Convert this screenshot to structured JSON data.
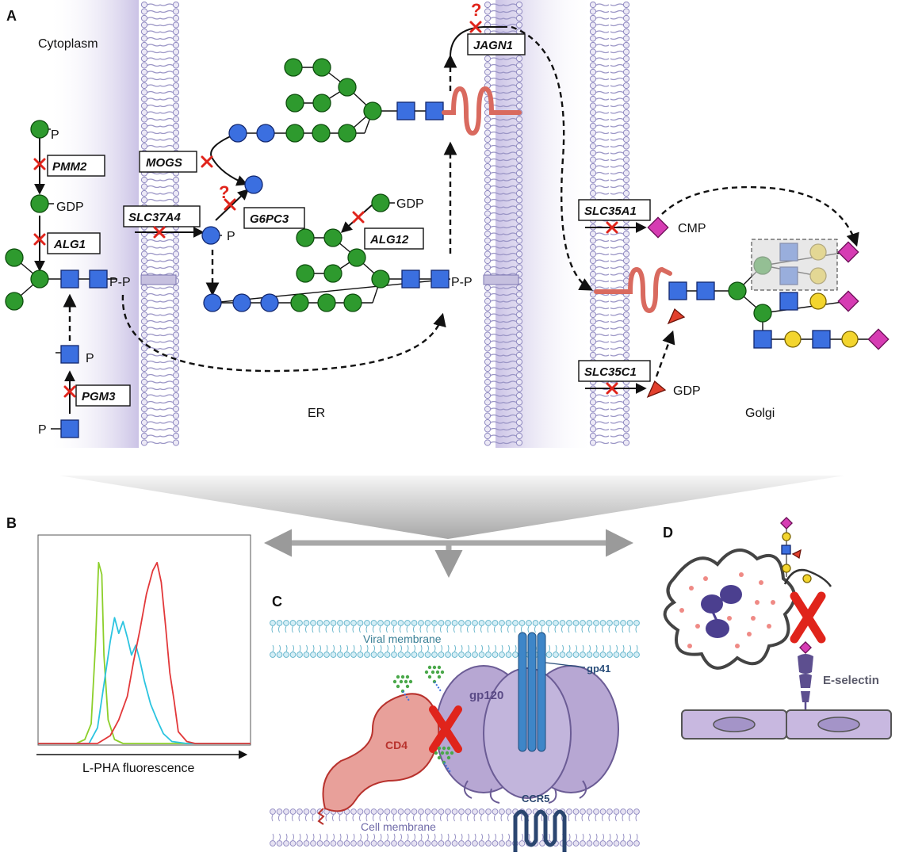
{
  "panels": {
    "a": "A",
    "b": "B",
    "c": "C",
    "d": "D"
  },
  "compartments": {
    "cytoplasm": "Cytoplasm",
    "er": "ER",
    "golgi": "Golgi"
  },
  "genes": {
    "pmm2": "PMM2",
    "alg1": "ALG1",
    "pgm3": "PGM3",
    "mogs": "MOGS",
    "slc37a4": "SLC37A4",
    "g6pc3": "G6PC3",
    "alg12": "ALG12",
    "jagn1": "JAGN1",
    "slc35a1": "SLC35A1",
    "slc35c1": "SLC35C1"
  },
  "molecules": {
    "p": "P",
    "gdp": "GDP",
    "cmp": "CMP",
    "pp": "P-P"
  },
  "question_mark": "?",
  "panel_b": {
    "xlabel": "L-PHA fluorescence"
  },
  "panel_c": {
    "viral_membrane": "Viral membrane",
    "cell_membrane": "Cell membrane",
    "gp41": "gp41",
    "gp120": "gp120",
    "cd4": "CD4",
    "ccr5": "CCR5"
  },
  "panel_d": {
    "e_selectin": "E-selectin"
  },
  "colors": {
    "glc_nac": "#3b6fe0",
    "mannose": "#2e9a2e",
    "galactose": "#f3d52e",
    "sialic": "#d63cb3",
    "fucose": "#e2402d",
    "blocked": "#e0241b",
    "membrane": "#9b96c6",
    "viral_lipid": "#7fc6d8",
    "protein": "#b7a7d3"
  },
  "chart_data": {
    "type": "line",
    "xlabel": "L-PHA fluorescence",
    "ylabel": "",
    "grid": false,
    "series": [
      {
        "color": "#8ccf2a",
        "x": [
          0.0,
          0.18,
          0.22,
          0.25,
          0.27,
          0.285,
          0.3,
          0.31,
          0.33,
          0.36,
          0.4,
          1.0
        ],
        "y": [
          0,
          0,
          0.02,
          0.1,
          0.5,
          0.92,
          0.86,
          0.45,
          0.12,
          0.02,
          0,
          0
        ]
      },
      {
        "color": "#2bc4e0",
        "x": [
          0.0,
          0.24,
          0.28,
          0.31,
          0.34,
          0.36,
          0.38,
          0.4,
          0.42,
          0.44,
          0.46,
          0.48,
          0.5,
          0.53,
          0.56,
          0.59,
          0.63,
          0.7,
          1.0
        ],
        "y": [
          0,
          0,
          0.08,
          0.3,
          0.52,
          0.64,
          0.56,
          0.62,
          0.54,
          0.45,
          0.5,
          0.42,
          0.32,
          0.2,
          0.12,
          0.05,
          0.01,
          0,
          0
        ]
      },
      {
        "color": "#e2383a",
        "x": [
          0.0,
          0.28,
          0.34,
          0.38,
          0.42,
          0.45,
          0.48,
          0.51,
          0.54,
          0.56,
          0.58,
          0.6,
          0.62,
          0.64,
          0.66,
          0.7,
          0.74,
          1.0
        ],
        "y": [
          0,
          0,
          0.04,
          0.12,
          0.24,
          0.42,
          0.58,
          0.76,
          0.88,
          0.92,
          0.82,
          0.6,
          0.36,
          0.22,
          0.06,
          0.01,
          0,
          0
        ]
      }
    ]
  }
}
